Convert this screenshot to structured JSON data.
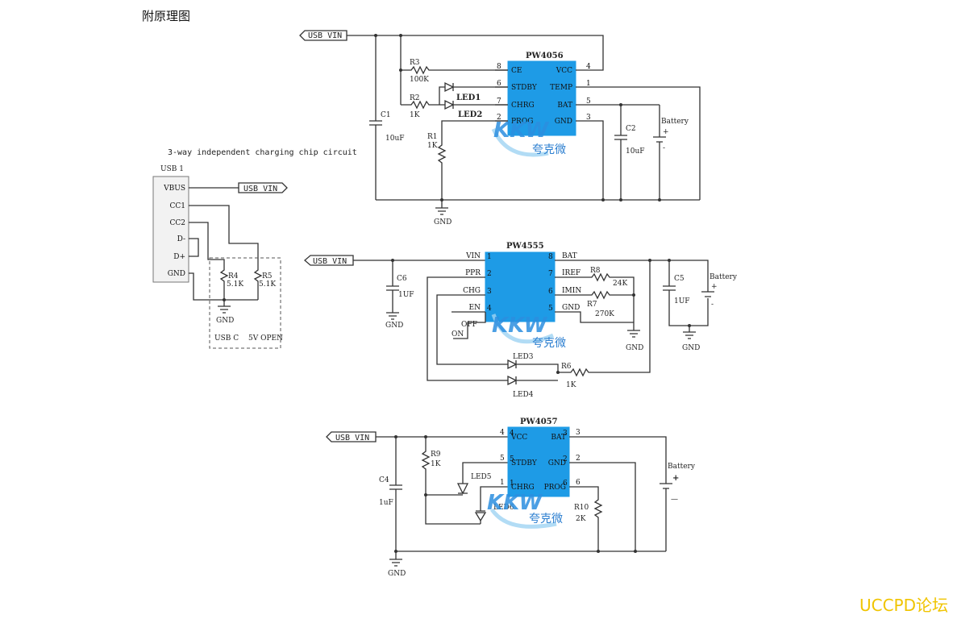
{
  "heading": "附原理图",
  "footer": "UCCPD论坛",
  "watermark": {
    "logo": "KKW",
    "text": "夸克微"
  },
  "circuit1": {
    "ic": "PW4056",
    "net_vin": "USB VIN",
    "gnd": "GND",
    "pins_left": [
      {
        "num": "8",
        "name": "CE"
      },
      {
        "num": "6",
        "name": "STDBY"
      },
      {
        "num": "7",
        "name": "CHRG"
      },
      {
        "num": "2",
        "name": "PROG"
      }
    ],
    "pins_right": [
      {
        "num": "4",
        "name": "VCC"
      },
      {
        "num": "1",
        "name": "TEMP"
      },
      {
        "num": "5",
        "name": "BAT"
      },
      {
        "num": "3",
        "name": "GND"
      }
    ],
    "r3": {
      "ref": "R3",
      "val": "100K"
    },
    "r2": {
      "ref": "R2",
      "val": "1K"
    },
    "r1": {
      "ref": "R1",
      "val": "1K"
    },
    "c1": {
      "ref": "C1",
      "val": "10uF"
    },
    "c2": {
      "ref": "C2",
      "val": "10uF"
    },
    "led1": "LED1",
    "led2": "LED2",
    "battery": "Battery",
    "plus": "+",
    "minus": "-"
  },
  "usbc": {
    "caption": "3-way independent charging chip circuit",
    "ref": "USB 1",
    "pins": [
      "VBUS",
      "CC1",
      "CC2",
      "D-",
      "D+",
      "GND"
    ],
    "net_vin": "USB VIN",
    "r4": {
      "ref": "R4",
      "val": "5.1K"
    },
    "r5": {
      "ref": "R5",
      "val": "5.1K"
    },
    "gnd": "GND",
    "label_usbc": "USB C",
    "label_open": "5V OPEN"
  },
  "circuit2": {
    "ic": "PW4555",
    "net_vin": "USB VIN",
    "pins_left": [
      {
        "num": "1",
        "name": "VIN"
      },
      {
        "num": "2",
        "name": "PPR"
      },
      {
        "num": "3",
        "name": "CHG"
      },
      {
        "num": "4",
        "name": "EN"
      }
    ],
    "pins_right": [
      {
        "num": "8",
        "name": "BAT"
      },
      {
        "num": "7",
        "name": "IREF"
      },
      {
        "num": "6",
        "name": "IMIN"
      },
      {
        "num": "5",
        "name": "GND"
      }
    ],
    "off": "OFF",
    "on": "ON",
    "c6": {
      "ref": "C6",
      "val": "1UF"
    },
    "c5": {
      "ref": "C5",
      "val": "1UF"
    },
    "r8": {
      "ref": "R8",
      "val": "24K"
    },
    "r7": {
      "ref": "R7",
      "val": "270K"
    },
    "r6": {
      "ref": "R6",
      "val": "1K"
    },
    "led3": "LED3",
    "led4": "LED4",
    "battery": "Battery",
    "plus": "+",
    "minus": "-",
    "gnd": "GND"
  },
  "circuit3": {
    "ic": "PW4057",
    "net_vin": "USB VIN",
    "pins_left": [
      {
        "num": "4",
        "name": "VCC"
      },
      {
        "num": "5",
        "name": "STDBY"
      },
      {
        "num": "1",
        "name": "CHRG"
      }
    ],
    "pins_right": [
      {
        "num": "3",
        "name": "BAT"
      },
      {
        "num": "2",
        "name": "GND"
      },
      {
        "num": "6",
        "name": "PROG"
      }
    ],
    "r9": {
      "ref": "R9",
      "val": "1K"
    },
    "r10": {
      "ref": "R10",
      "val": "2K"
    },
    "c4": {
      "ref": "C4",
      "val": "1uF"
    },
    "led5": "LED5",
    "led6": "LED6",
    "battery": "Battery",
    "plus": "+",
    "minus": "—",
    "gnd": "GND"
  }
}
